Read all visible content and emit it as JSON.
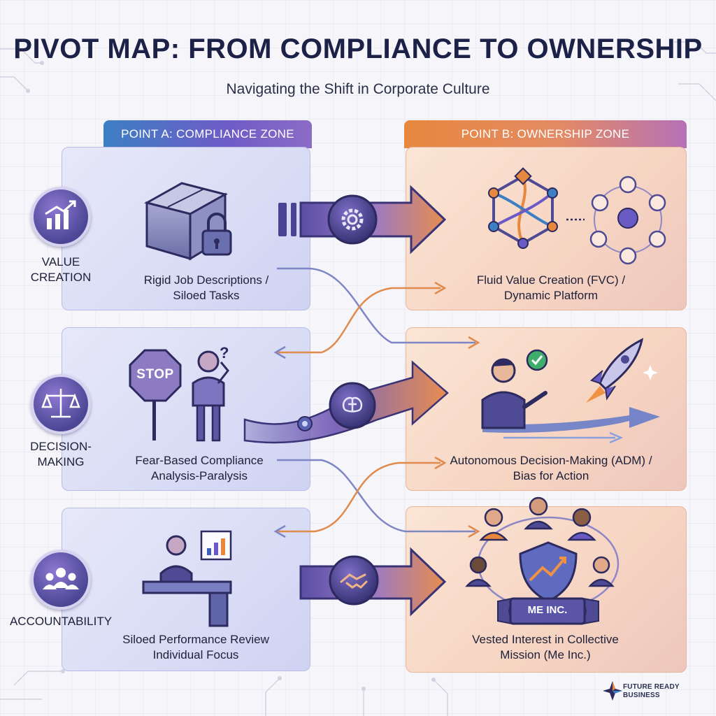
{
  "title": "PIVOT MAP: FROM COMPLIANCE TO OWNERSHIP",
  "subtitle": "Navigating the Shift in Corporate Culture",
  "zones": {
    "a": "POINT A: COMPLIANCE ZONE",
    "b": "POINT B: OWNERSHIP ZONE"
  },
  "rows": [
    {
      "label_lines": [
        "VALUE",
        "CREATION"
      ],
      "icon": "growth-chart-icon",
      "from_lines": [
        "Rigid Job Descriptions /",
        "Siloed Tasks"
      ],
      "to_lines": [
        "Fluid Value Creation (FVC) /",
        "Dynamic Platform"
      ],
      "connector_icon": "gear-icon"
    },
    {
      "label_lines": [
        "DECISION-",
        "MAKING"
      ],
      "icon": "scales-icon",
      "from_lines": [
        "Fear-Based Compliance",
        "Analysis-Paralysis"
      ],
      "to_lines": [
        "Autonomous Decision-Making (ADM) /",
        "Bias for Action"
      ],
      "connector_icon": "brain-icon"
    },
    {
      "label_lines": [
        "ACCOUNTABILITY"
      ],
      "icon": "team-icon",
      "from_lines": [
        "Siloed Performance Review",
        "Individual Focus"
      ],
      "to_lines": [
        "Vested Interest in Collective",
        "Mission (Me Inc.)"
      ],
      "connector_icon": "handshake-icon"
    }
  ],
  "stop_sign": "STOP",
  "badge": "ME INC.",
  "logo": [
    "FUTURE READY",
    "BUSINESS"
  ],
  "colors": {
    "navy": "#1c2147",
    "purple": "#6a5bc4",
    "blue": "#3d7fc4",
    "orange": "#e7883e",
    "peach_panel": "#f6d4c2",
    "lavender_panel": "#dadcf5"
  }
}
